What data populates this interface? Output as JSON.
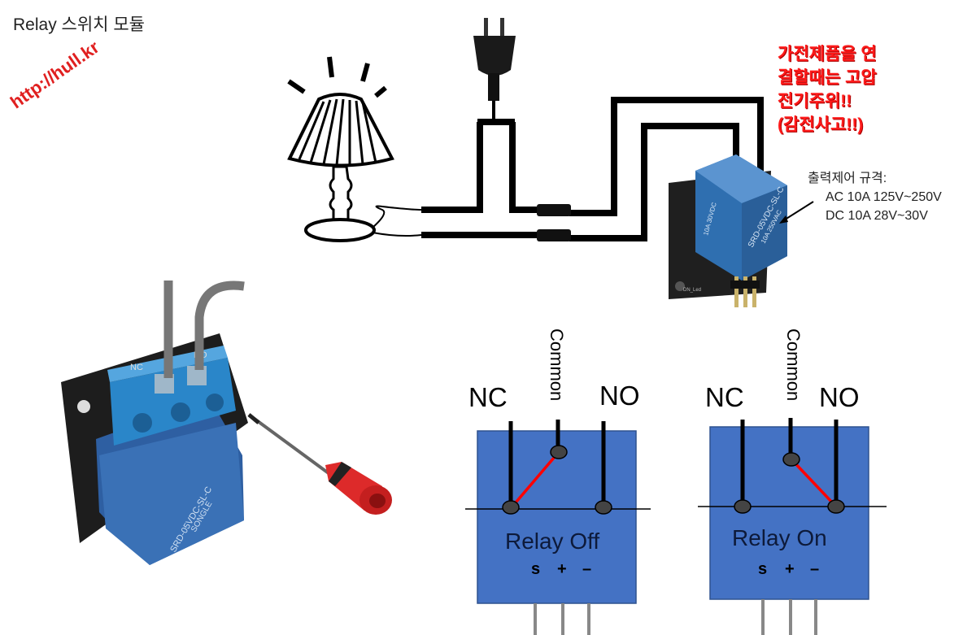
{
  "title": "Relay 스위치 모듈",
  "watermark": "http://hull.kr",
  "warning_lines": [
    "가전제품을 연",
    "결할때는 고압",
    "전기주위!!",
    "(감전사고!!)"
  ],
  "spec": {
    "heading": "출력제어 규격:",
    "ac": "AC 10A  125V~250V",
    "dc": "DC 10A   28V~30V"
  },
  "relay_text": [
    "SRD-05VDC-SL-C",
    "10A 250VAC",
    "10A 30VDC",
    "SONGLE",
    "DN_Led"
  ],
  "terminal_labels": [
    "NC",
    "NO"
  ],
  "diagram_off": {
    "nc": "NC",
    "common": "Common",
    "no": "NO",
    "state": "Relay Off",
    "pins": [
      "s",
      "+",
      "–"
    ]
  },
  "diagram_on": {
    "nc": "NC",
    "common": "Common",
    "no": "NO",
    "state": "Relay On",
    "pins": [
      "s",
      "+",
      "–"
    ]
  },
  "colors": {
    "relay_blue": "#4472c4",
    "module_blue": "#2f6fb0",
    "wire_red": "#ff0000",
    "warning_red": "#ff1a1a"
  }
}
